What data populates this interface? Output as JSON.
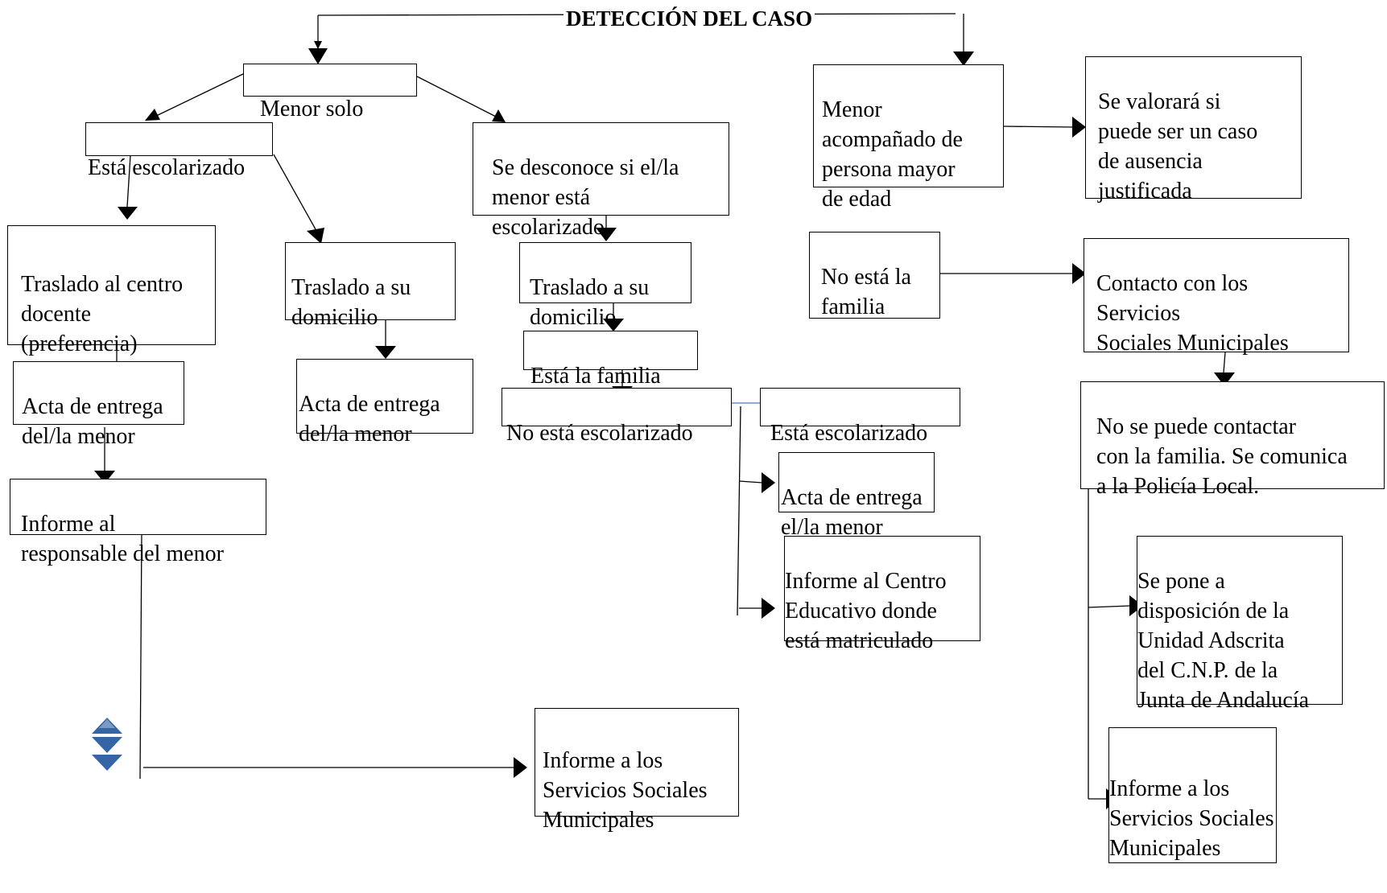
{
  "title": "DETECCIÓN DEL CASO",
  "nodes": {
    "menor_solo": "Menor solo",
    "esta_escolarizado_left": "Está escolarizado",
    "se_desconoce": "Se desconoce si el/la\nmenor está\nescolarizado",
    "traslado_centro": "Traslado al centro\ndocente\n(preferencia)",
    "traslado_domicilio_1": "Traslado a su\n domicilio",
    "traslado_domicilio_2": "Traslado a su\ndomicilio",
    "acta_entrega_1": "Acta de entrega\ndel/la menor",
    "acta_entrega_2": "Acta de entrega\n   del/la menor",
    "esta_familia": "Está la familia",
    "no_escolarizado": "No está escolarizado",
    "informe_responsable": "Informe al\nresponsable  del menor",
    "esta_escolarizado_right": "Está escolarizado",
    "acta_entrega_3": "Acta de entrega\nel/la menor",
    "informe_centro": " Informe al Centro\nEducativo donde\nestá matriculado",
    "informe_ss_1": "Informe  a los\nServicios Sociales\nMunicipales",
    "menor_acompanado": "Menor\nacompañado   de\npersona mayor\nde edad",
    "se_valorara": "Se valorará si\npuede ser un caso\nde ausencia\njustificada",
    "no_familia": "No está la\nfamilia",
    "contacto_ss": "Contacto con los\n Servicios\n Sociales Municipales",
    "no_contactar": " No se puede contactar\ncon la familia. Se comunica\na la Policía Local.",
    "se_pone": "     Se pone a\ndisposición de la\n Unidad Adscrita\n  del C.N.P. de la\nJunta de Andalucía",
    "informe_ss_2": "  Informe a los\nServicios Sociales\n    Municipales"
  },
  "colors": {
    "line": "#000000",
    "accent": "#4a78b5",
    "icon": "#3465a4"
  },
  "icons": {
    "decorative": "up-down-arrows-icon"
  }
}
